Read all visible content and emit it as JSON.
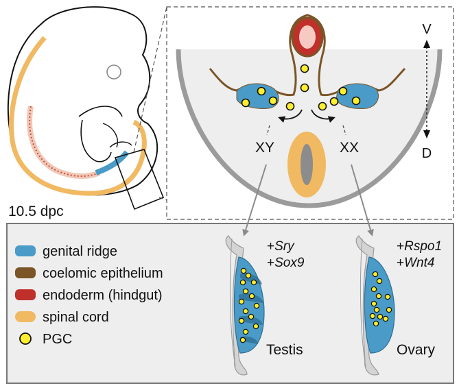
{
  "embryo": {
    "stage_label": "10.5 dpc"
  },
  "section": {
    "axis_top": "V",
    "axis_bottom": "D",
    "sex_left": "XY",
    "sex_right": "XX"
  },
  "legend": {
    "items": [
      {
        "label": "genital ridge",
        "color": "#4a9bc7"
      },
      {
        "label": "coelomic epithelium",
        "color": "#7b5427"
      },
      {
        "label": "endoderm (hindgut)",
        "color": "#c0302b"
      },
      {
        "label": "spinal cord",
        "color": "#f0b962"
      },
      {
        "label": "PGC",
        "color": "#ffef2e"
      }
    ]
  },
  "testis": {
    "gene1_prefix": "+",
    "gene1": "Sry",
    "gene2_prefix": "+",
    "gene2": "Sox9",
    "label": "Testis"
  },
  "ovary": {
    "gene1_prefix": "+",
    "gene1": "Rspo1",
    "gene2_prefix": "+",
    "gene2": "Wnt4",
    "label": "Ovary"
  },
  "colors": {
    "genital_ridge": "#4a9bc7",
    "coelomic_epithelium": "#7b5427",
    "endoderm": "#c0302b",
    "spinal_cord": "#f0b962",
    "pgc": "#ffef2e",
    "panel_bg": "#eeeeee",
    "section_gray": "#9b9b9b"
  }
}
